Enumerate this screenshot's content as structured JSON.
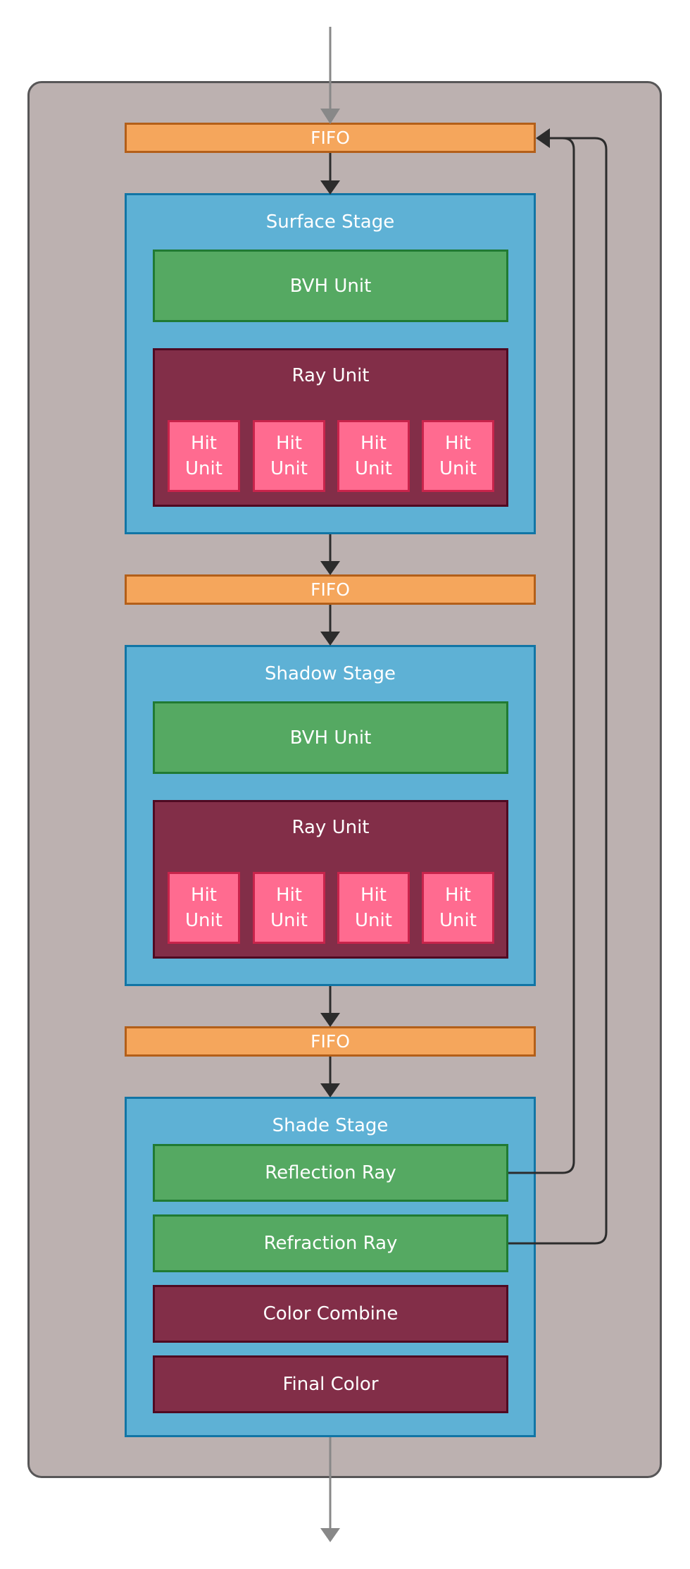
{
  "diagram": {
    "fifo_label": "FIFO",
    "stages": {
      "surface": {
        "title": "Surface Stage",
        "bvh": "BVH Unit",
        "ray": "Ray Unit",
        "hits": [
          "Hit Unit",
          "Hit Unit",
          "Hit Unit",
          "Hit Unit"
        ]
      },
      "shadow": {
        "title": "Shadow Stage",
        "bvh": "BVH Unit",
        "ray": "Ray Unit",
        "hits": [
          "Hit Unit",
          "Hit Unit",
          "Hit Unit",
          "Hit Unit"
        ]
      },
      "shade": {
        "title": "Shade Stage",
        "reflection": "Reflection Ray",
        "refraction": "Refraction Ray",
        "combine": "Color Combine",
        "final": "Final Color"
      }
    },
    "colors": {
      "container": "#bcb1b0",
      "fifo": "#f5a65c",
      "stage": "#5eb1d5",
      "bvh": "#55a962",
      "ray_unit": "#822e48",
      "hit_unit": "#ff6b90"
    }
  }
}
